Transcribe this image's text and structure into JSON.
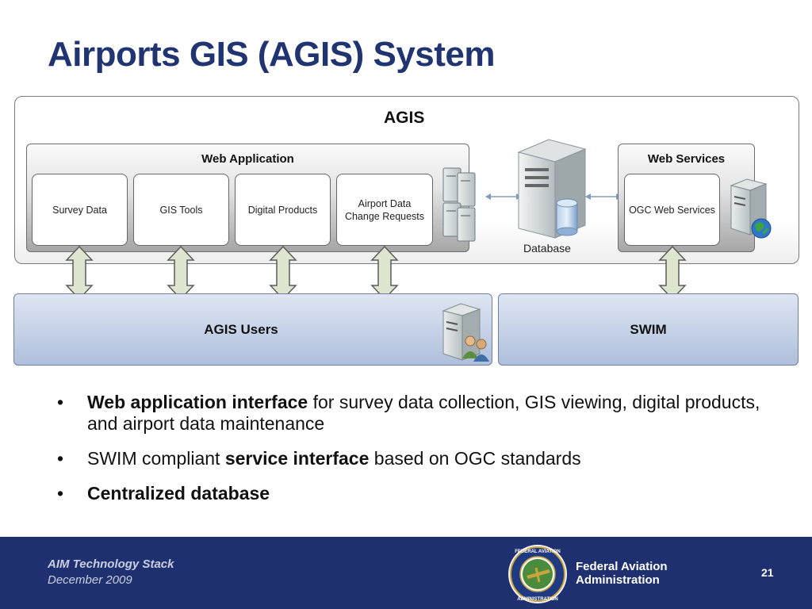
{
  "slide": {
    "title": "Airports GIS (AGIS) System"
  },
  "diagram": {
    "agis_label": "AGIS",
    "web_app": {
      "title": "Web Application",
      "modules": [
        "Survey Data",
        "GIS Tools",
        "Digital Products",
        "Airport Data Change Requests"
      ]
    },
    "database_label": "Database",
    "web_services": {
      "title": "Web Services",
      "module": "OGC Web Services"
    },
    "agis_users_label": "AGIS Users",
    "swim_label": "SWIM",
    "icons": [
      "server-stack-icon",
      "database-server-icon",
      "globe-server-icon",
      "users-server-icon",
      "double-arrow-icon"
    ],
    "colors": {
      "title": "#1f3470",
      "footer": "#1f3070",
      "user_panel": "#aebfdc"
    }
  },
  "bullets": [
    {
      "bold": "Web application interface",
      "rest": " for survey data collection, GIS viewing, digital products, and airport data maintenance"
    },
    {
      "pre": "SWIM compliant ",
      "bold": "service interface",
      "rest": " based on OGC standards"
    },
    {
      "bold": "Centralized database"
    }
  ],
  "footer": {
    "line1": "AIM Technology Stack",
    "line2": "December 2009",
    "org_line1": "Federal Aviation",
    "org_line2": "Administration",
    "page_number": "21",
    "seal_text": "FEDERAL AVIATION ADMINISTRATION"
  }
}
